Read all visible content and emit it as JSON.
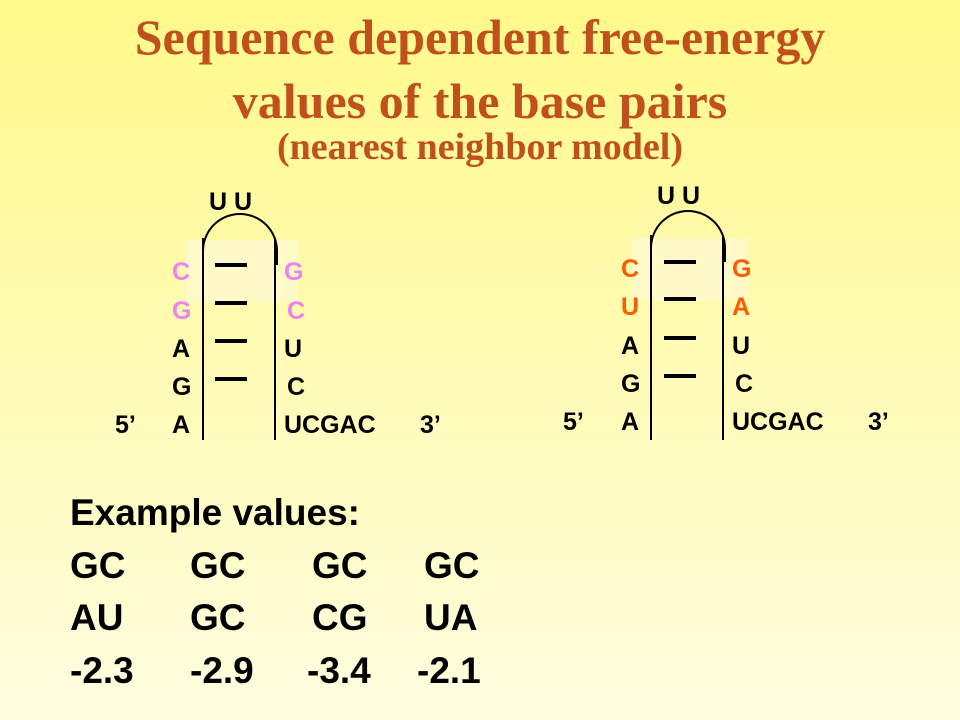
{
  "title": {
    "line1": "Sequence dependent free-energy",
    "line2": "values of the base pairs",
    "line3": "(nearest neighbor model)"
  },
  "left_hairpin": {
    "loop": "U U",
    "rows": [
      {
        "left": "C",
        "right": "G",
        "paired": true
      },
      {
        "left": "G",
        "right": "C",
        "paired": true
      },
      {
        "left": "A",
        "right": "U",
        "paired": true
      },
      {
        "left": "G",
        "right": "C",
        "paired": true
      },
      {
        "left": "A",
        "right": "UCGAC",
        "paired": false
      }
    ],
    "five_prime": "5’",
    "three_prime": "3’"
  },
  "right_hairpin": {
    "loop": "U U",
    "rows": [
      {
        "left": "C",
        "right": "G",
        "paired": true
      },
      {
        "left": "U",
        "right": "A",
        "paired": true
      },
      {
        "left": "A",
        "right": "U",
        "paired": true
      },
      {
        "left": "G",
        "right": "C",
        "paired": true
      },
      {
        "left": "A",
        "right": "UCGAC",
        "paired": false
      }
    ],
    "five_prime": "5’",
    "three_prime": "3’"
  },
  "colors": {
    "title": "#c0501c",
    "left_highlight": "#ee82ee",
    "right_highlight": "#ff5a00",
    "text": "#000000"
  },
  "examples": {
    "label": "Example values:",
    "row1": [
      "GC",
      "GC",
      "GC",
      "GC"
    ],
    "row2": [
      "AU",
      "GC",
      "CG",
      "UA"
    ],
    "values": [
      "-2.3",
      "-2.9",
      "-3.4",
      "-2.1"
    ]
  }
}
